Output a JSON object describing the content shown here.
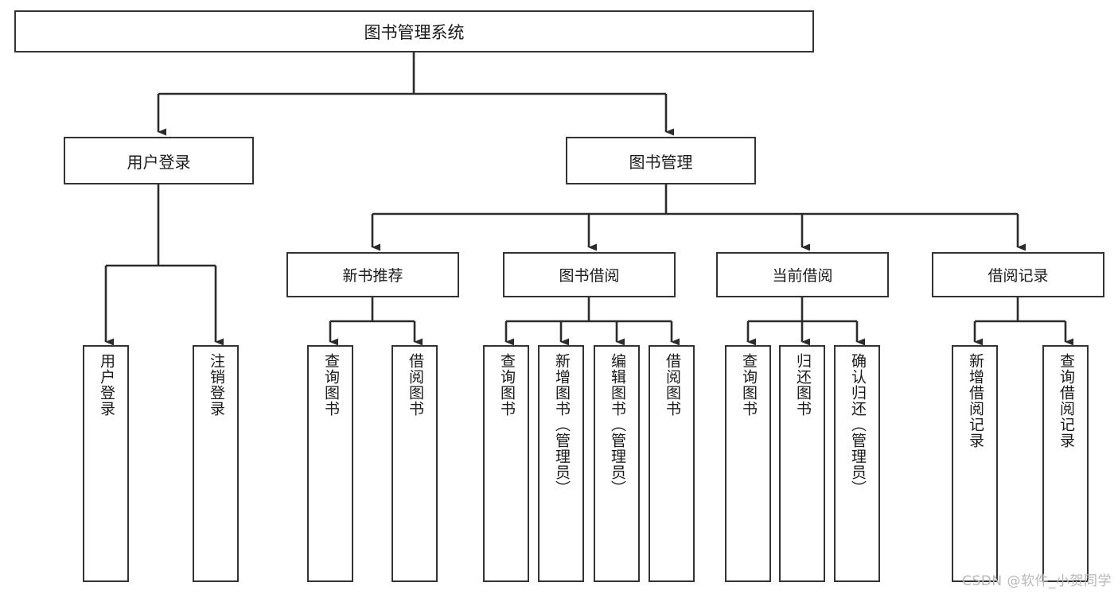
{
  "diagram": {
    "title": "图书管理系统",
    "type": "hierarchy-tree",
    "watermark": "CSDN @软件_小贺同学",
    "colors": {
      "background": "#ffffff",
      "box_border": "#333333",
      "box_fill": "#ffffff",
      "text": "#1a1a1a",
      "connector": "#2b2b2b",
      "watermark": "#b8b8b8"
    },
    "nodes": {
      "root": {
        "label": "图书管理系统"
      },
      "level2": [
        {
          "id": "user-login",
          "label": "用户登录"
        },
        {
          "id": "book-manage",
          "label": "图书管理"
        }
      ],
      "level3": [
        {
          "id": "new-book-recommend",
          "label": "新书推荐"
        },
        {
          "id": "book-borrow",
          "label": "图书借阅"
        },
        {
          "id": "current-borrow",
          "label": "当前借阅"
        },
        {
          "id": "borrow-record",
          "label": "借阅记录"
        }
      ],
      "leaves": {
        "user-login": [
          {
            "id": "leaf-user-login",
            "label": "用户登录"
          },
          {
            "id": "leaf-logout-login",
            "label": "注销登录"
          }
        ],
        "new-book-recommend": [
          {
            "id": "leaf-query-book-1",
            "label": "查询图书"
          },
          {
            "id": "leaf-borrow-book-1",
            "label": "借阅图书"
          }
        ],
        "book-borrow": [
          {
            "id": "leaf-query-book-2",
            "label": "查询图书"
          },
          {
            "id": "leaf-add-book-admin",
            "label": "新增图书（管理员）"
          },
          {
            "id": "leaf-edit-book-admin",
            "label": "编辑图书（管理员）"
          },
          {
            "id": "leaf-borrow-book-2",
            "label": "借阅图书"
          }
        ],
        "current-borrow": [
          {
            "id": "leaf-query-book-3",
            "label": "查询图书"
          },
          {
            "id": "leaf-return-book",
            "label": "归还图书"
          },
          {
            "id": "leaf-confirm-return-admin",
            "label": "确认归还（管理员）"
          }
        ],
        "borrow-record": [
          {
            "id": "leaf-add-borrow-record",
            "label": "新增借阅记录"
          },
          {
            "id": "leaf-query-borrow-record",
            "label": "查询借阅记录"
          }
        ]
      }
    }
  }
}
